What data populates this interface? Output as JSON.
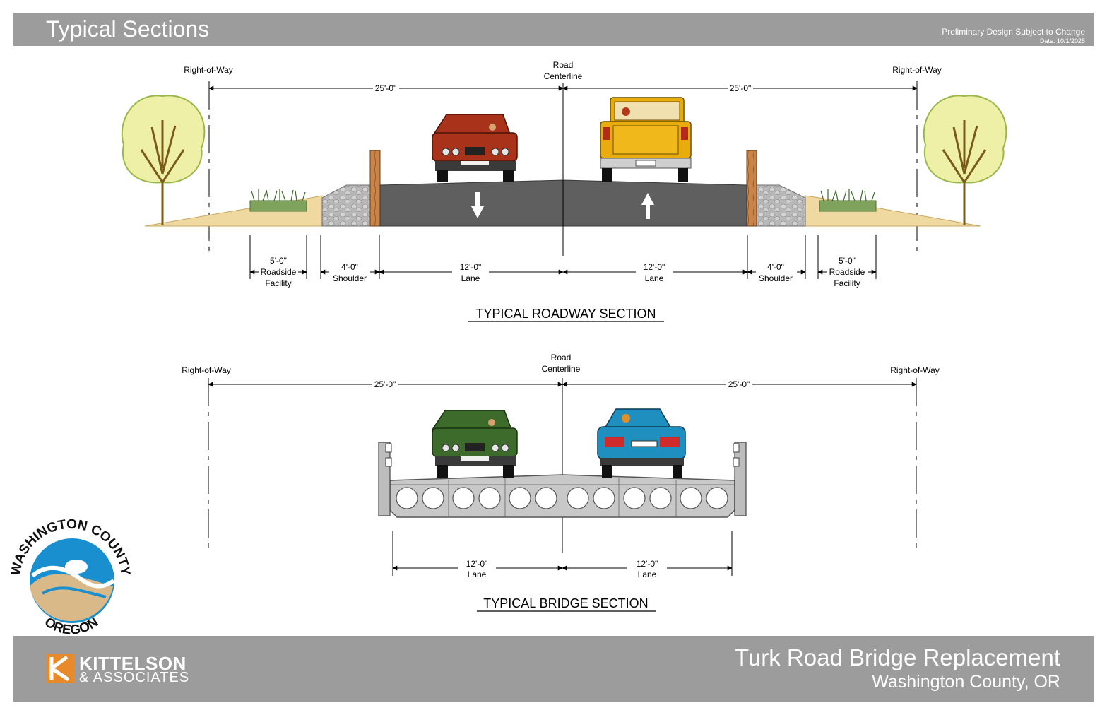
{
  "header": {
    "title": "Typical Sections",
    "note": "Preliminary Design Subject to Change",
    "date": "Date: 10/1/2025"
  },
  "roadway_section": {
    "title": "TYPICAL ROADWAY SECTION",
    "row_left": "Right-of-Way",
    "row_right": "Right-of-Way",
    "centerline_1": "Road",
    "centerline_2": "Centerline",
    "half_width_left": "25'-0\"",
    "half_width_right": "25'-0\"",
    "dims": [
      {
        "value": "5'-0\"",
        "label": "Roadside",
        "label2": "Facility"
      },
      {
        "value": "4'-0\"",
        "label": "Shoulder"
      },
      {
        "value": "12'-0\"",
        "label": "Lane"
      },
      {
        "value": "12'-0\"",
        "label": "Lane"
      },
      {
        "value": "4'-0\"",
        "label": "Shoulder"
      },
      {
        "value": "5'-0\"",
        "label": "Roadside",
        "label2": "Facility"
      }
    ]
  },
  "bridge_section": {
    "title": "TYPICAL BRIDGE SECTION",
    "row_left": "Right-of-Way",
    "row_right": "Right-of-Way",
    "centerline_1": "Road",
    "centerline_2": "Centerline",
    "half_width_left": "25'-0\"",
    "half_width_right": "25'-0\"",
    "dims": [
      {
        "value": "12'-0\"",
        "label": "Lane"
      },
      {
        "value": "12'-0\"",
        "label": "Lane"
      }
    ]
  },
  "county_logo": {
    "top_text": "WASHINGTON COUNTY",
    "bottom_text": "OREGON"
  },
  "footer": {
    "firm_name": "KITTELSON",
    "firm_sub": "& ASSOCIATES",
    "project_title": "Turk Road Bridge Replacement",
    "project_location": "Washington County, OR"
  },
  "colors": {
    "banner": "#9c9c9c",
    "pavement": "#5f5f5f",
    "soil": "#f0d9a0",
    "tree_canopy": "#eef0a8",
    "car_red": "#a8321a",
    "truck_yellow": "#e8ad0c",
    "car_green": "#3d6b2c",
    "car_blue": "#1f8fc0",
    "bridge_gray": "#c8c8c8"
  },
  "icons": [
    "down-arrow-icon",
    "up-arrow-icon",
    "tree-icon",
    "car-icon",
    "truck-icon"
  ]
}
